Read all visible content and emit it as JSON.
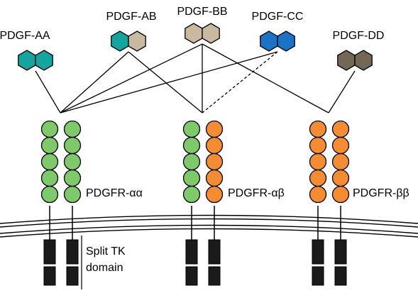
{
  "ligands": [
    {
      "name": "PDGF-AA",
      "colors": [
        "#15a5a0",
        "#15a5a0"
      ]
    },
    {
      "name": "PDGF-AB",
      "colors": [
        "#15a5a0",
        "#c8b9a0"
      ]
    },
    {
      "name": "PDGF-BB",
      "colors": [
        "#c8b9a0",
        "#c8b9a0"
      ]
    },
    {
      "name": "PDGF-CC",
      "colors": [
        "#1a73c4",
        "#1a73c4"
      ]
    },
    {
      "name": "PDGF-DD",
      "colors": [
        "#736756",
        "#736756"
      ]
    }
  ],
  "receptors": [
    {
      "name": "PDGFR-αα",
      "chain_colors": [
        "#7ec96a",
        "#7ec96a"
      ]
    },
    {
      "name": "PDGFR-αβ",
      "chain_colors": [
        "#7ec96a",
        "#f58b33"
      ]
    },
    {
      "name": "PDGFR-ββ",
      "chain_colors": [
        "#f58b33",
        "#f58b33"
      ]
    }
  ],
  "bindings": [
    {
      "ligand": "PDGF-AA",
      "receptor": "PDGFR-αα",
      "style": "solid"
    },
    {
      "ligand": "PDGF-AB",
      "receptor": "PDGFR-αα",
      "style": "solid"
    },
    {
      "ligand": "PDGF-AB",
      "receptor": "PDGFR-αβ",
      "style": "solid"
    },
    {
      "ligand": "PDGF-BB",
      "receptor": "PDGFR-αα",
      "style": "solid"
    },
    {
      "ligand": "PDGF-BB",
      "receptor": "PDGFR-αβ",
      "style": "solid"
    },
    {
      "ligand": "PDGF-BB",
      "receptor": "PDGFR-ββ",
      "style": "solid"
    },
    {
      "ligand": "PDGF-CC",
      "receptor": "PDGFR-αα",
      "style": "solid"
    },
    {
      "ligand": "PDGF-CC",
      "receptor": "PDGFR-αβ",
      "style": "dashed"
    },
    {
      "ligand": "PDGF-DD",
      "receptor": "PDGFR-ββ",
      "style": "solid"
    }
  ],
  "kinase_label": {
    "line1": "Split TK",
    "line2": "domain"
  }
}
